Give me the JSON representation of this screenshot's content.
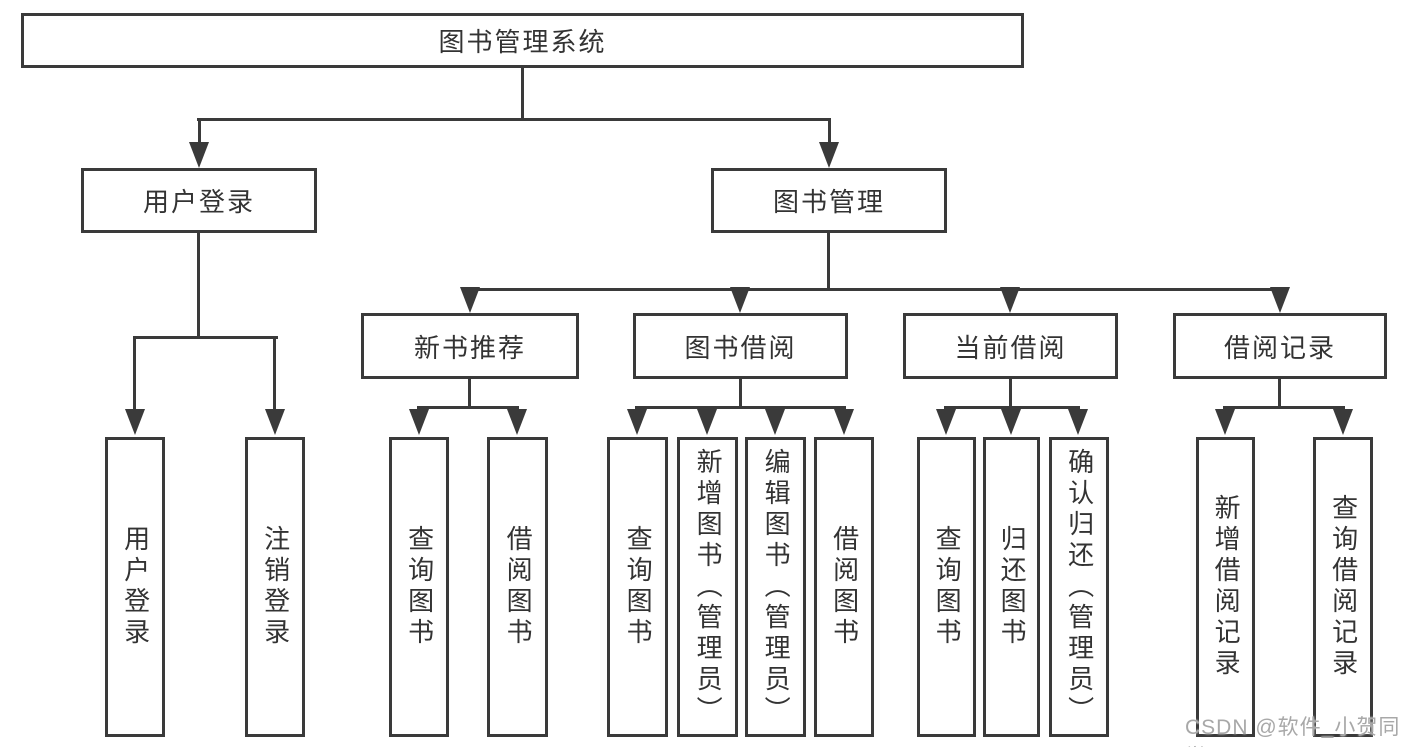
{
  "tree": {
    "root": {
      "label": "图书管理系统",
      "children": [
        {
          "label": "用户登录",
          "children": [
            {
              "label": "用户登录"
            },
            {
              "label": "注销登录"
            }
          ]
        },
        {
          "label": "图书管理",
          "children": [
            {
              "label": "新书推荐",
              "children": [
                {
                  "label": "查询图书"
                },
                {
                  "label": "借阅图书"
                }
              ]
            },
            {
              "label": "图书借阅",
              "children": [
                {
                  "label": "查询图书"
                },
                {
                  "label": "新增图书（管理员）"
                },
                {
                  "label": "编辑图书（管理员）"
                },
                {
                  "label": "借阅图书"
                }
              ]
            },
            {
              "label": "当前借阅",
              "children": [
                {
                  "label": "查询图书"
                },
                {
                  "label": "归还图书"
                },
                {
                  "label": "确认归还（管理员）"
                }
              ]
            },
            {
              "label": "借阅记录",
              "children": [
                {
                  "label": "新增借阅记录"
                },
                {
                  "label": "查询借阅记录"
                }
              ]
            }
          ]
        }
      ]
    }
  },
  "watermark": {
    "text": "CSDN @软件_小贺同学"
  },
  "colors": {
    "line": "#3a3a3a",
    "text": "#333333",
    "background": "#ffffff",
    "watermark": "#a8a8a8"
  }
}
